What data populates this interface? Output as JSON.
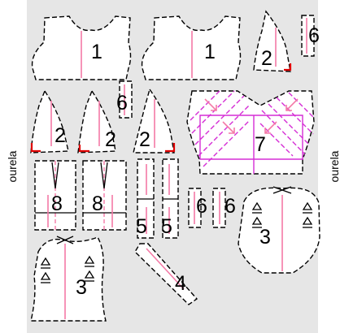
{
  "selvage_label": "ourela",
  "pieces": {
    "p1a": "1",
    "p1b": "1",
    "p2a": "2",
    "p6a": "6",
    "p2b": "2",
    "p2c": "2",
    "p6b": "6",
    "p2d": "2",
    "p7": "7",
    "p8a": "8",
    "p8b": "8",
    "p5a": "5",
    "p5b": "5",
    "p6c": "6",
    "p6d": "6",
    "p3a": "3",
    "p3b": "3",
    "p4": "4"
  },
  "colors": {
    "background": "#e6e6e6",
    "grainline": "#f47aa7",
    "bias_strips": "#d52dd5",
    "corner_marks": "#e00000"
  }
}
